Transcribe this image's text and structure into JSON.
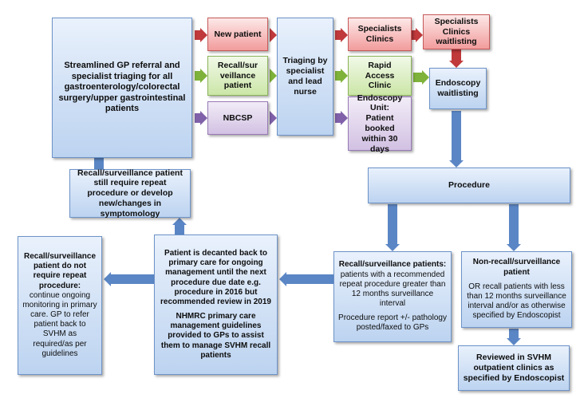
{
  "boxes": {
    "streamlined": "Streamlined GP referral and specialist triaging for all gastroenterology/colorectal surgery/upper gastrointestinal patients",
    "new_patient": "New patient",
    "recall_patient": "Recall/sur veillance patient",
    "nbcsp": "NBCSP",
    "triaging": "Triaging by specialist and lead nurse",
    "specialists_clinics": "Specialists Clinics",
    "rapid_access": "Rapid Access Clinic",
    "endo_unit_title": "Endoscopy Unit:",
    "endo_unit_body": "Patient booked within 30 days",
    "waitlisting_clinics": "Specialists Clinics waitlisting",
    "endoscopy_waitlisting": "Endoscopy waitlisting",
    "procedure": "Procedure",
    "recall_repeat": "Recall/surveillance patient still require repeat procedure or develop new/changes in symptomology",
    "recall_patients_title": "Recall/surveillance patients:",
    "recall_patients_body": "patients with a recommended repeat procedure greater than 12 months surveillance interval",
    "recall_patients_report": "Procedure report +/- pathology posted/faxed to GPs",
    "nonrecall_title": "Non-recall/surveillance patient",
    "nonrecall_body": "OR recall patients with less than 12 months surveillance interval and/or as otherwise specified by Endoscopist",
    "reviewed": "Reviewed in SVHM outpatient clinics as specified by Endoscopist",
    "decanted_p1": "Patient is decanted back to primary care for ongoing management until the next procedure due date e.g. procedure in 2016 but recommended review in 2019",
    "decanted_p2": "NHMRC primary care management guidelines provided to GPs to assist them to manage SVHM recall patients",
    "no_repeat_title": "Recall/surveillance patient do not require repeat procedure:",
    "no_repeat_body": "continue ongoing monitoring in primary care. GP to refer patient back to SVHM as required/as per guidelines"
  },
  "colors": {
    "blue_arrow": "#5b86c5",
    "red_arrow": "#c0393b",
    "green_arrow": "#7fb23a",
    "purple_arrow": "#8060a9"
  }
}
